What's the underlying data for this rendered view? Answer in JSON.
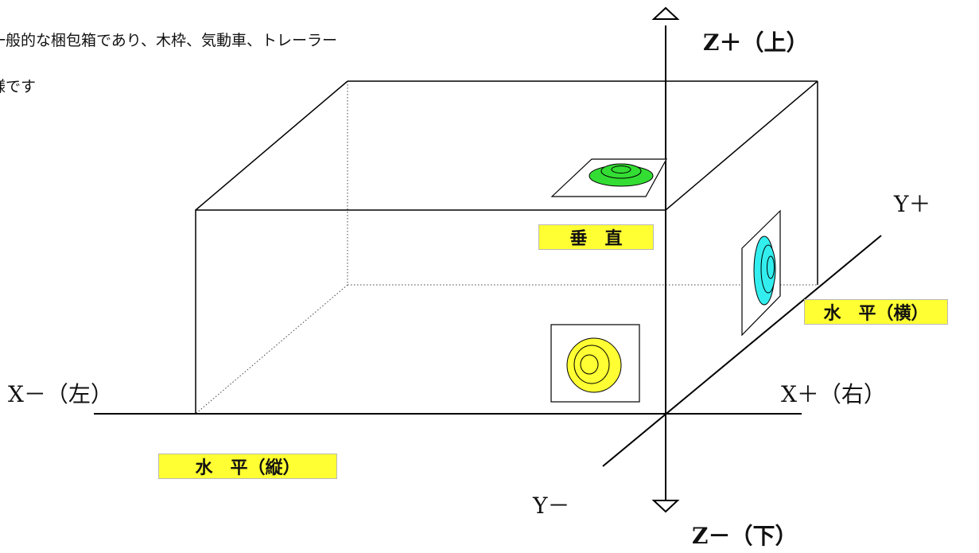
{
  "note": {
    "line1": "一般的な梱包箱であり、木枠、気動車、トレーラー",
    "line2": "様です"
  },
  "axes": {
    "z_plus": "Z＋（上）",
    "z_minus": "Z－（下）",
    "x_minus": "X－（左）",
    "x_plus": "X＋（右）",
    "y_plus": "Y＋",
    "y_minus": "Y－"
  },
  "tags": {
    "vertical": "垂　直",
    "horizontal_side": "水　平（横）",
    "horizontal_long": "水　平（縦）"
  },
  "colors": {
    "vertical_indicator": "#33dd33",
    "side_indicator": "#33eeee",
    "front_indicator": "#ffff33",
    "tag_background": "#ffff33"
  }
}
